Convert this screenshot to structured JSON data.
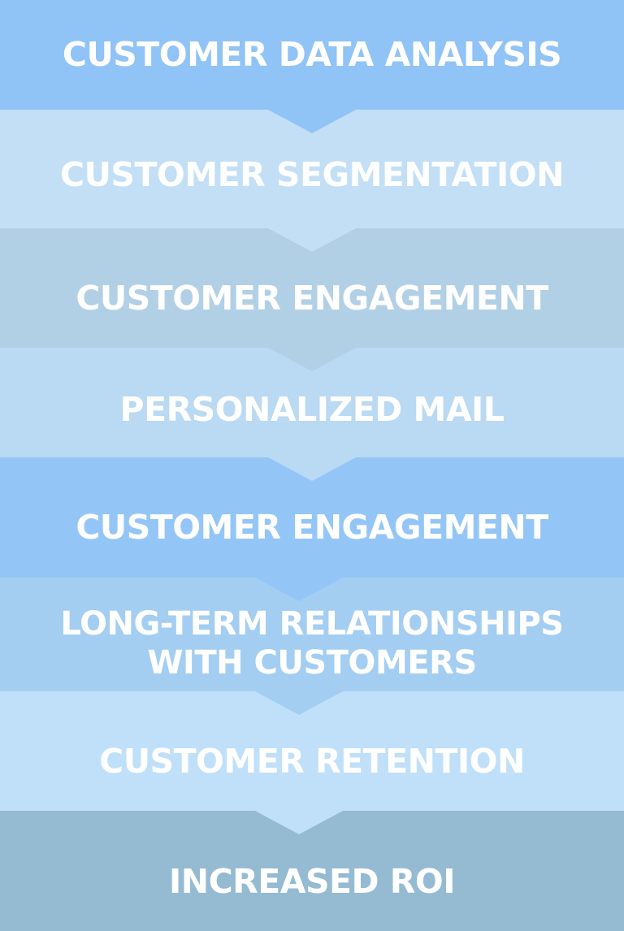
{
  "steps": [
    {
      "label": "CUSTOMER DATA ANALYSIS",
      "color": "#90c3f6"
    },
    {
      "label": "CUSTOMER SEGMENTATION",
      "color": "#c2dff6"
    },
    {
      "label": "CUSTOMER ENGAGEMENT",
      "color": "#b1d0e6"
    },
    {
      "label": "PERSONALIZED MAIL",
      "color": "#bad9f2"
    },
    {
      "label": "CUSTOMER ENGAGEMENT",
      "color": "#93c6f7"
    },
    {
      "label": "LONG-TERM RELATIONSHIPS WITH CUSTOMERS",
      "color": "#a3cef2"
    },
    {
      "label": "CUSTOMER RETENTION",
      "color": "#c0e0f9"
    },
    {
      "label": "INCREASED ROI",
      "color": "#94bbd2"
    }
  ]
}
